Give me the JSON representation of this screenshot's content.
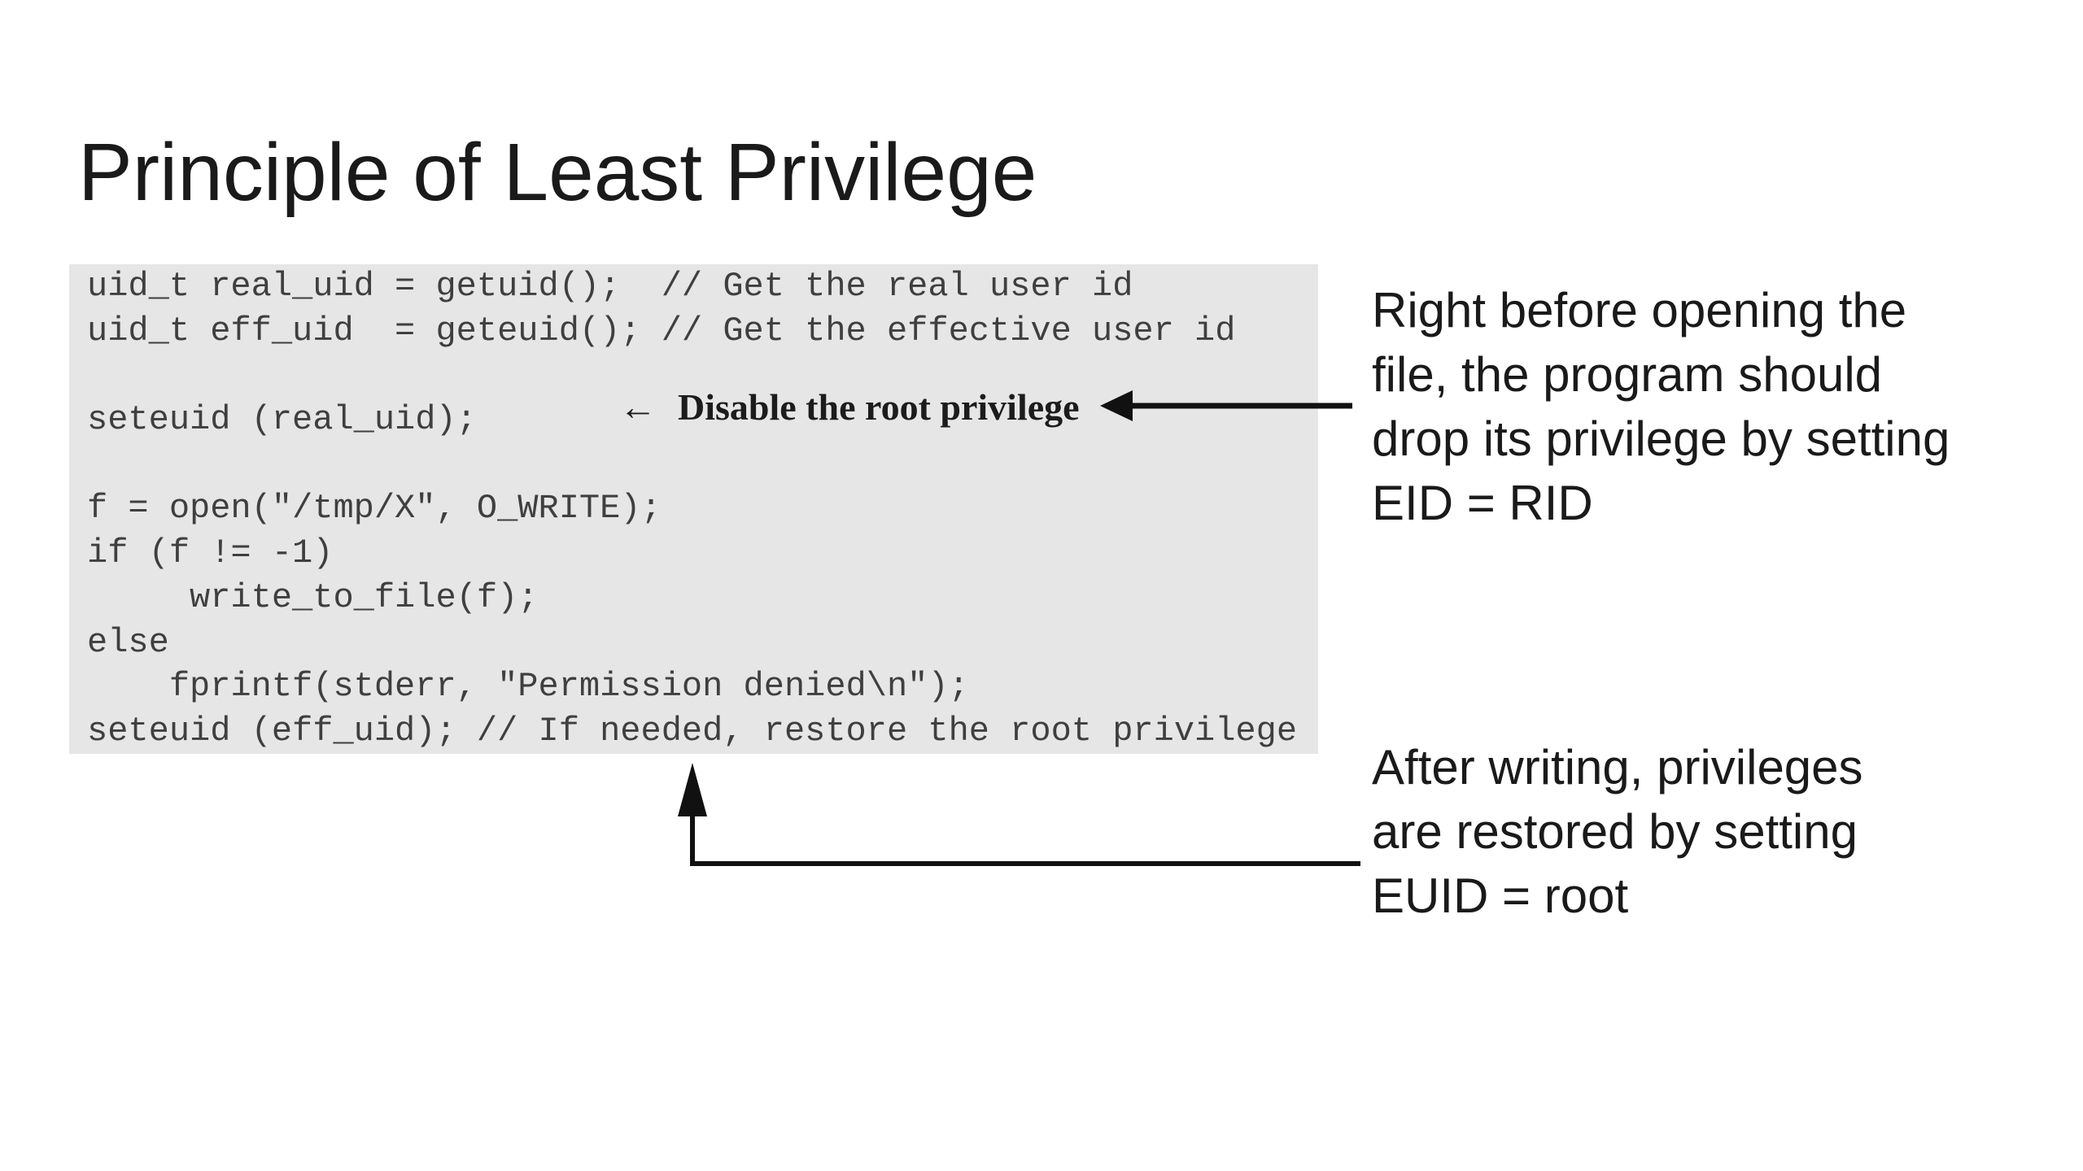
{
  "title": "Principle of Least Privilege",
  "code": {
    "lines": [
      "uid_t real_uid = getuid();  // Get the real user id",
      "uid_t eff_uid  = geteuid(); // Get the effective user id",
      "",
      "seteuid (real_uid);",
      "",
      "f = open(\"/tmp/X\", O_WRITE);",
      "if (f != -1)",
      "     write_to_file(f);",
      "else",
      "    fprintf(stderr, \"Permission denied\\n\");",
      "seteuid (eff_uid); // If needed, restore the root privilege"
    ],
    "annotation": {
      "arrow": "←",
      "label": "Disable the root privilege"
    }
  },
  "notes": {
    "right": {
      "lines": [
        "Right before opening the",
        "file, the program should",
        "drop its privilege by setting",
        "EID = RID"
      ]
    },
    "bottom": {
      "lines": [
        "After writing, privileges",
        "are restored by setting",
        "EUID = root"
      ]
    }
  },
  "colors": {
    "code_bg": "#e6e6e6",
    "code_text": "#3f3f3f",
    "text": "#1a1a1a",
    "arrow": "#111111"
  }
}
